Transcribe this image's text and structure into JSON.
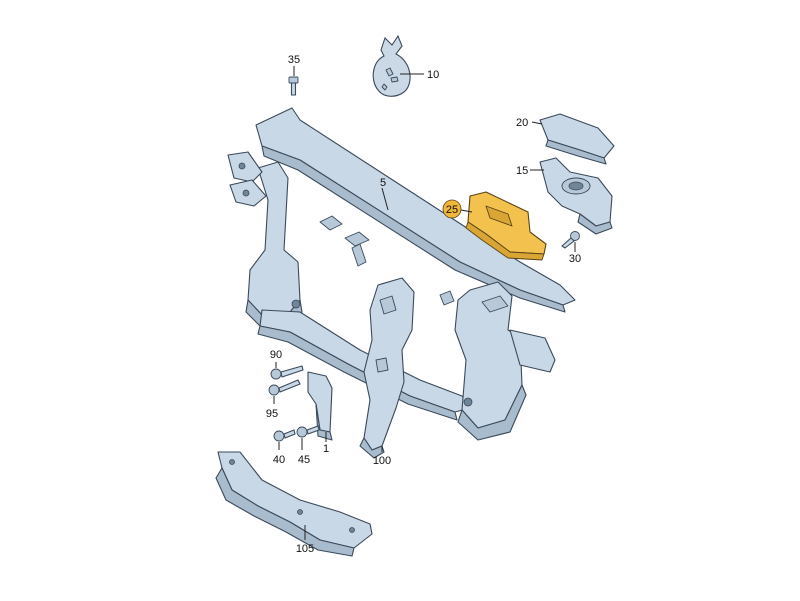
{
  "callouts": {
    "c5": "5",
    "c10": "10",
    "c15": "15",
    "c20": "20",
    "c25": "25",
    "c30": "30",
    "c35": "35",
    "c40": "40",
    "c45": "45",
    "c90": "90",
    "c95": "95",
    "c100": "100",
    "c105": "105",
    "c1": "1"
  },
  "highlighted_part": "25",
  "colors": {
    "part_fill": "#c9d8e6",
    "outline": "#3a4a5a",
    "highlight": "#f2c14e",
    "background": "#ffffff"
  }
}
